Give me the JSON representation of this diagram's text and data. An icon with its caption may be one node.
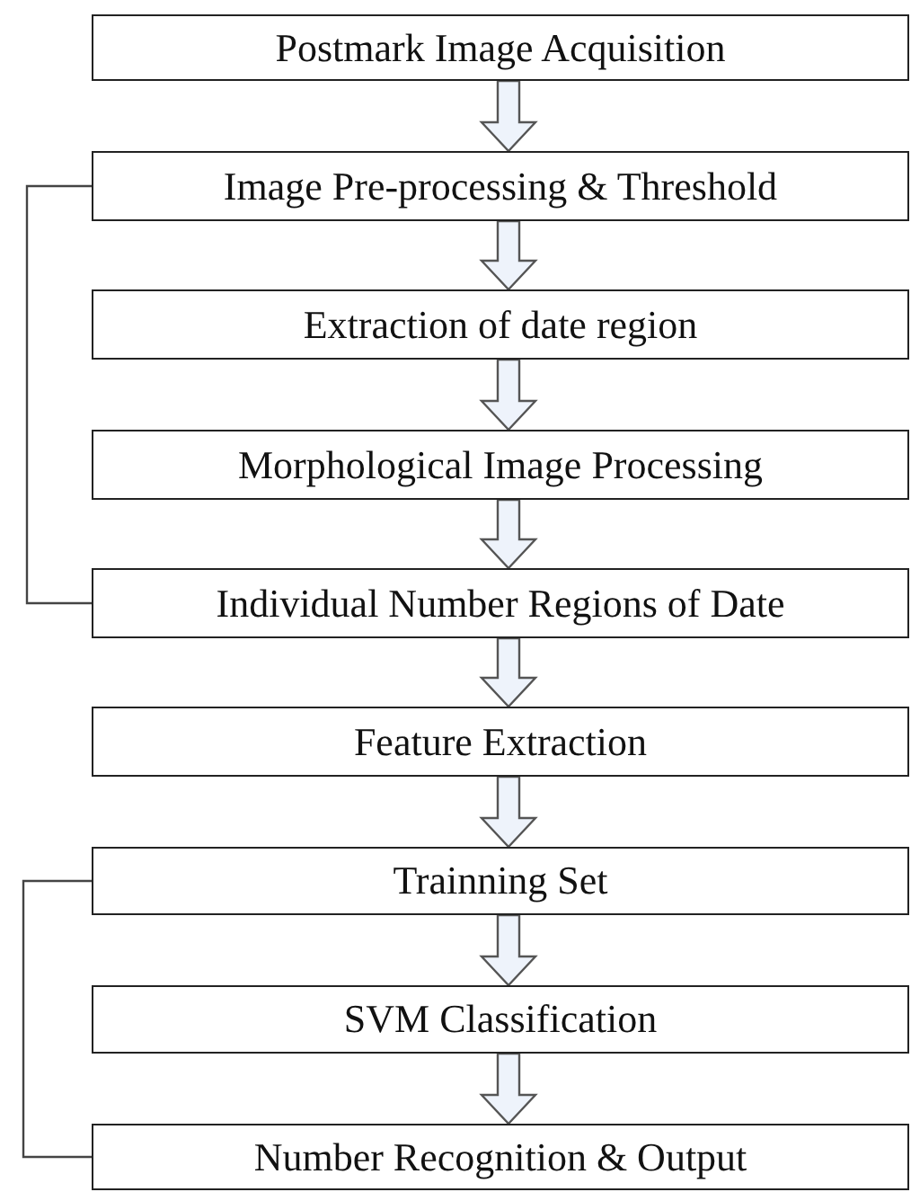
{
  "diagram": {
    "nodes": [
      {
        "text": [
          "Postmark Image Acquisition"
        ]
      },
      {
        "text": [
          "Image Pre-processing & Threshold"
        ]
      },
      {
        "text": [
          "Extraction of date region"
        ]
      },
      {
        "text": [
          "Morphological Image Processing"
        ]
      },
      {
        "text": [
          "Individual Number Regions of Date"
        ]
      },
      {
        "text": [
          "Feature Extraction"
        ]
      },
      {
        "text": [
          "Trainning Set"
        ]
      },
      {
        "text": [
          "SVM Classification"
        ]
      },
      {
        "text": [
          "Number Recognition & Output"
        ]
      }
    ],
    "edges": [
      {
        "from": 0,
        "to": 1,
        "arrow": "to"
      },
      {
        "from": 1,
        "to": 2,
        "arrow": "to"
      },
      {
        "from": 2,
        "to": 3,
        "arrow": "to"
      },
      {
        "from": 3,
        "to": 4,
        "arrow": "to"
      },
      {
        "from": 4,
        "to": 5,
        "arrow": "to"
      },
      {
        "from": 5,
        "to": 6,
        "arrow": "to"
      },
      {
        "from": 6,
        "to": 7,
        "arrow": "to"
      },
      {
        "from": 7,
        "to": 8,
        "arrow": "to"
      },
      {
        "from": 1,
        "to": 4,
        "arrow": "none"
      },
      {
        "from": 6,
        "to": 8,
        "arrow": "none"
      }
    ]
  }
}
